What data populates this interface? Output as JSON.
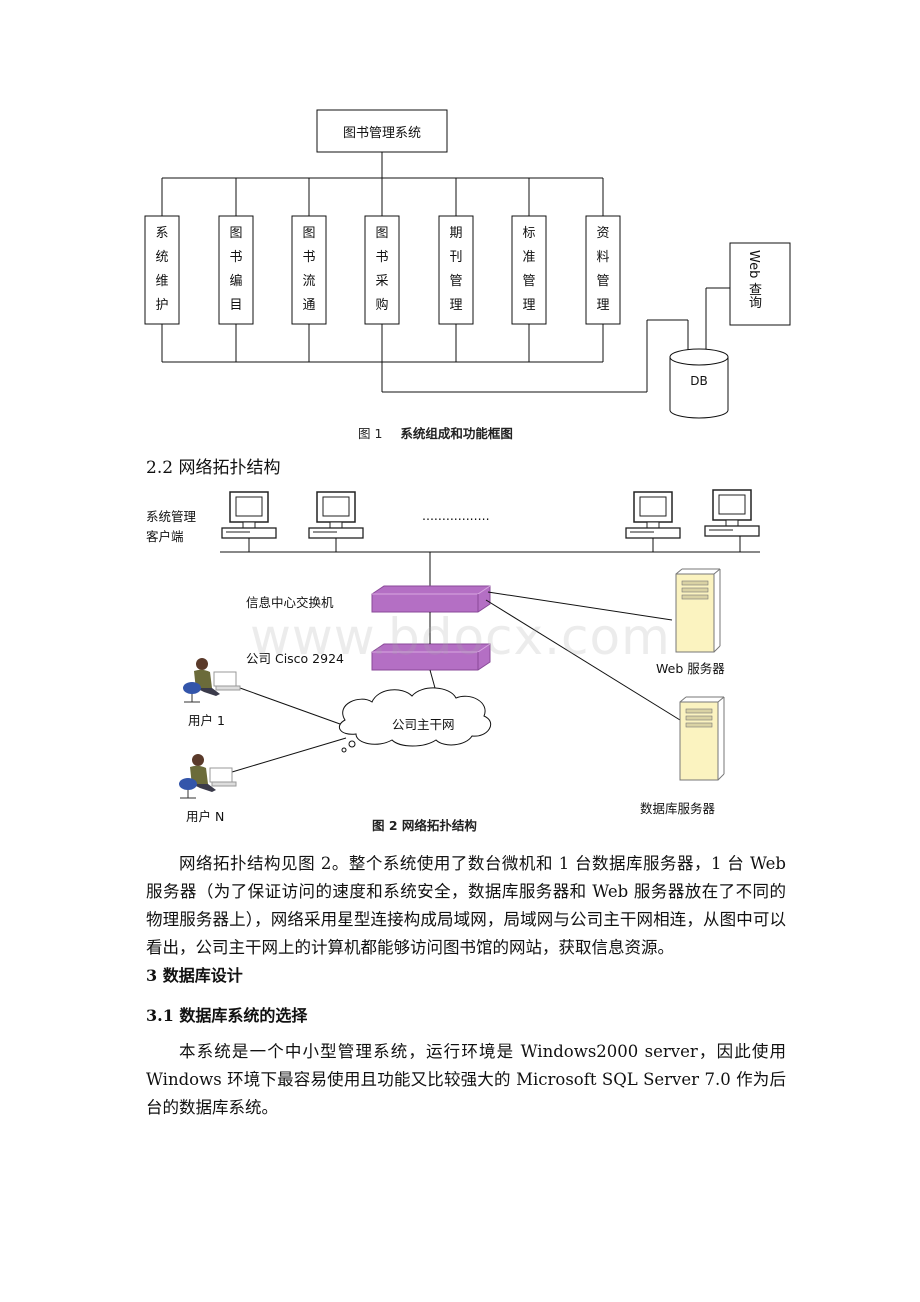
{
  "fig1": {
    "root": "图书管理系统",
    "modules": [
      {
        "label": "系统维护",
        "chars": [
          "系",
          "统",
          "维",
          "护"
        ]
      },
      {
        "label": "图书编目",
        "chars": [
          "图",
          "书",
          "编",
          "目"
        ]
      },
      {
        "label": "图书流通",
        "chars": [
          "图",
          "书",
          "流",
          "通"
        ]
      },
      {
        "label": "图书采购",
        "chars": [
          "图",
          "书",
          "采",
          "购"
        ]
      },
      {
        "label": "期刊管理",
        "chars": [
          "期",
          "刊",
          "管",
          "理"
        ]
      },
      {
        "label": "标准管理",
        "chars": [
          "标",
          "准",
          "管",
          "理"
        ]
      },
      {
        "label": "资料管理",
        "chars": [
          "资",
          "料",
          "管",
          "理"
        ]
      }
    ],
    "web_query": "Web 查询",
    "db": "DB",
    "caption_num": "图 1",
    "caption_text": "系统组成和功能框图"
  },
  "section_2_2": "2.2 网络拓扑结构",
  "fig2": {
    "client_label_line1": "系统管理",
    "client_label_line2": "客户端",
    "dots": ".................",
    "switch_label": "信息中心交换机",
    "cisco_label": "公司 Cisco 2924",
    "web_server": "Web 服务器",
    "db_server": "数据库服务器",
    "user1": "用户 1",
    "userN": "用户 N",
    "backbone": "公司主干网",
    "caption": "图 2 网络拓扑结构"
  },
  "watermark": "www.bdocx.com",
  "paragraph1": "网络拓扑结构见图 2。整个系统使用了数台微机和 1 台数据库服务器，1 台 Web 服务器（为了保证访问的速度和系统安全，数据库服务器和 Web 服务器放在了不同的物理服务器上），网络采用星型连接构成局域网，局域网与公司主干网相连，从图中可以看出，公司主干网上的计算机都能够访问图书馆的网站，获取信息资源。",
  "section_3": "3 数据库设计",
  "section_3_1": "3.1 数据库系统的选择",
  "paragraph2": "本系统是一个中小型管理系统，运行环境是 Windows2000 server，因此使用 Windows 环境下最容易使用且功能又比较强大的 Microsoft SQL Server 7.0 作为后台的数据库系统。",
  "colors": {
    "switch": "#b46fc4",
    "server": "#fbf3c0",
    "line": "#111111"
  }
}
